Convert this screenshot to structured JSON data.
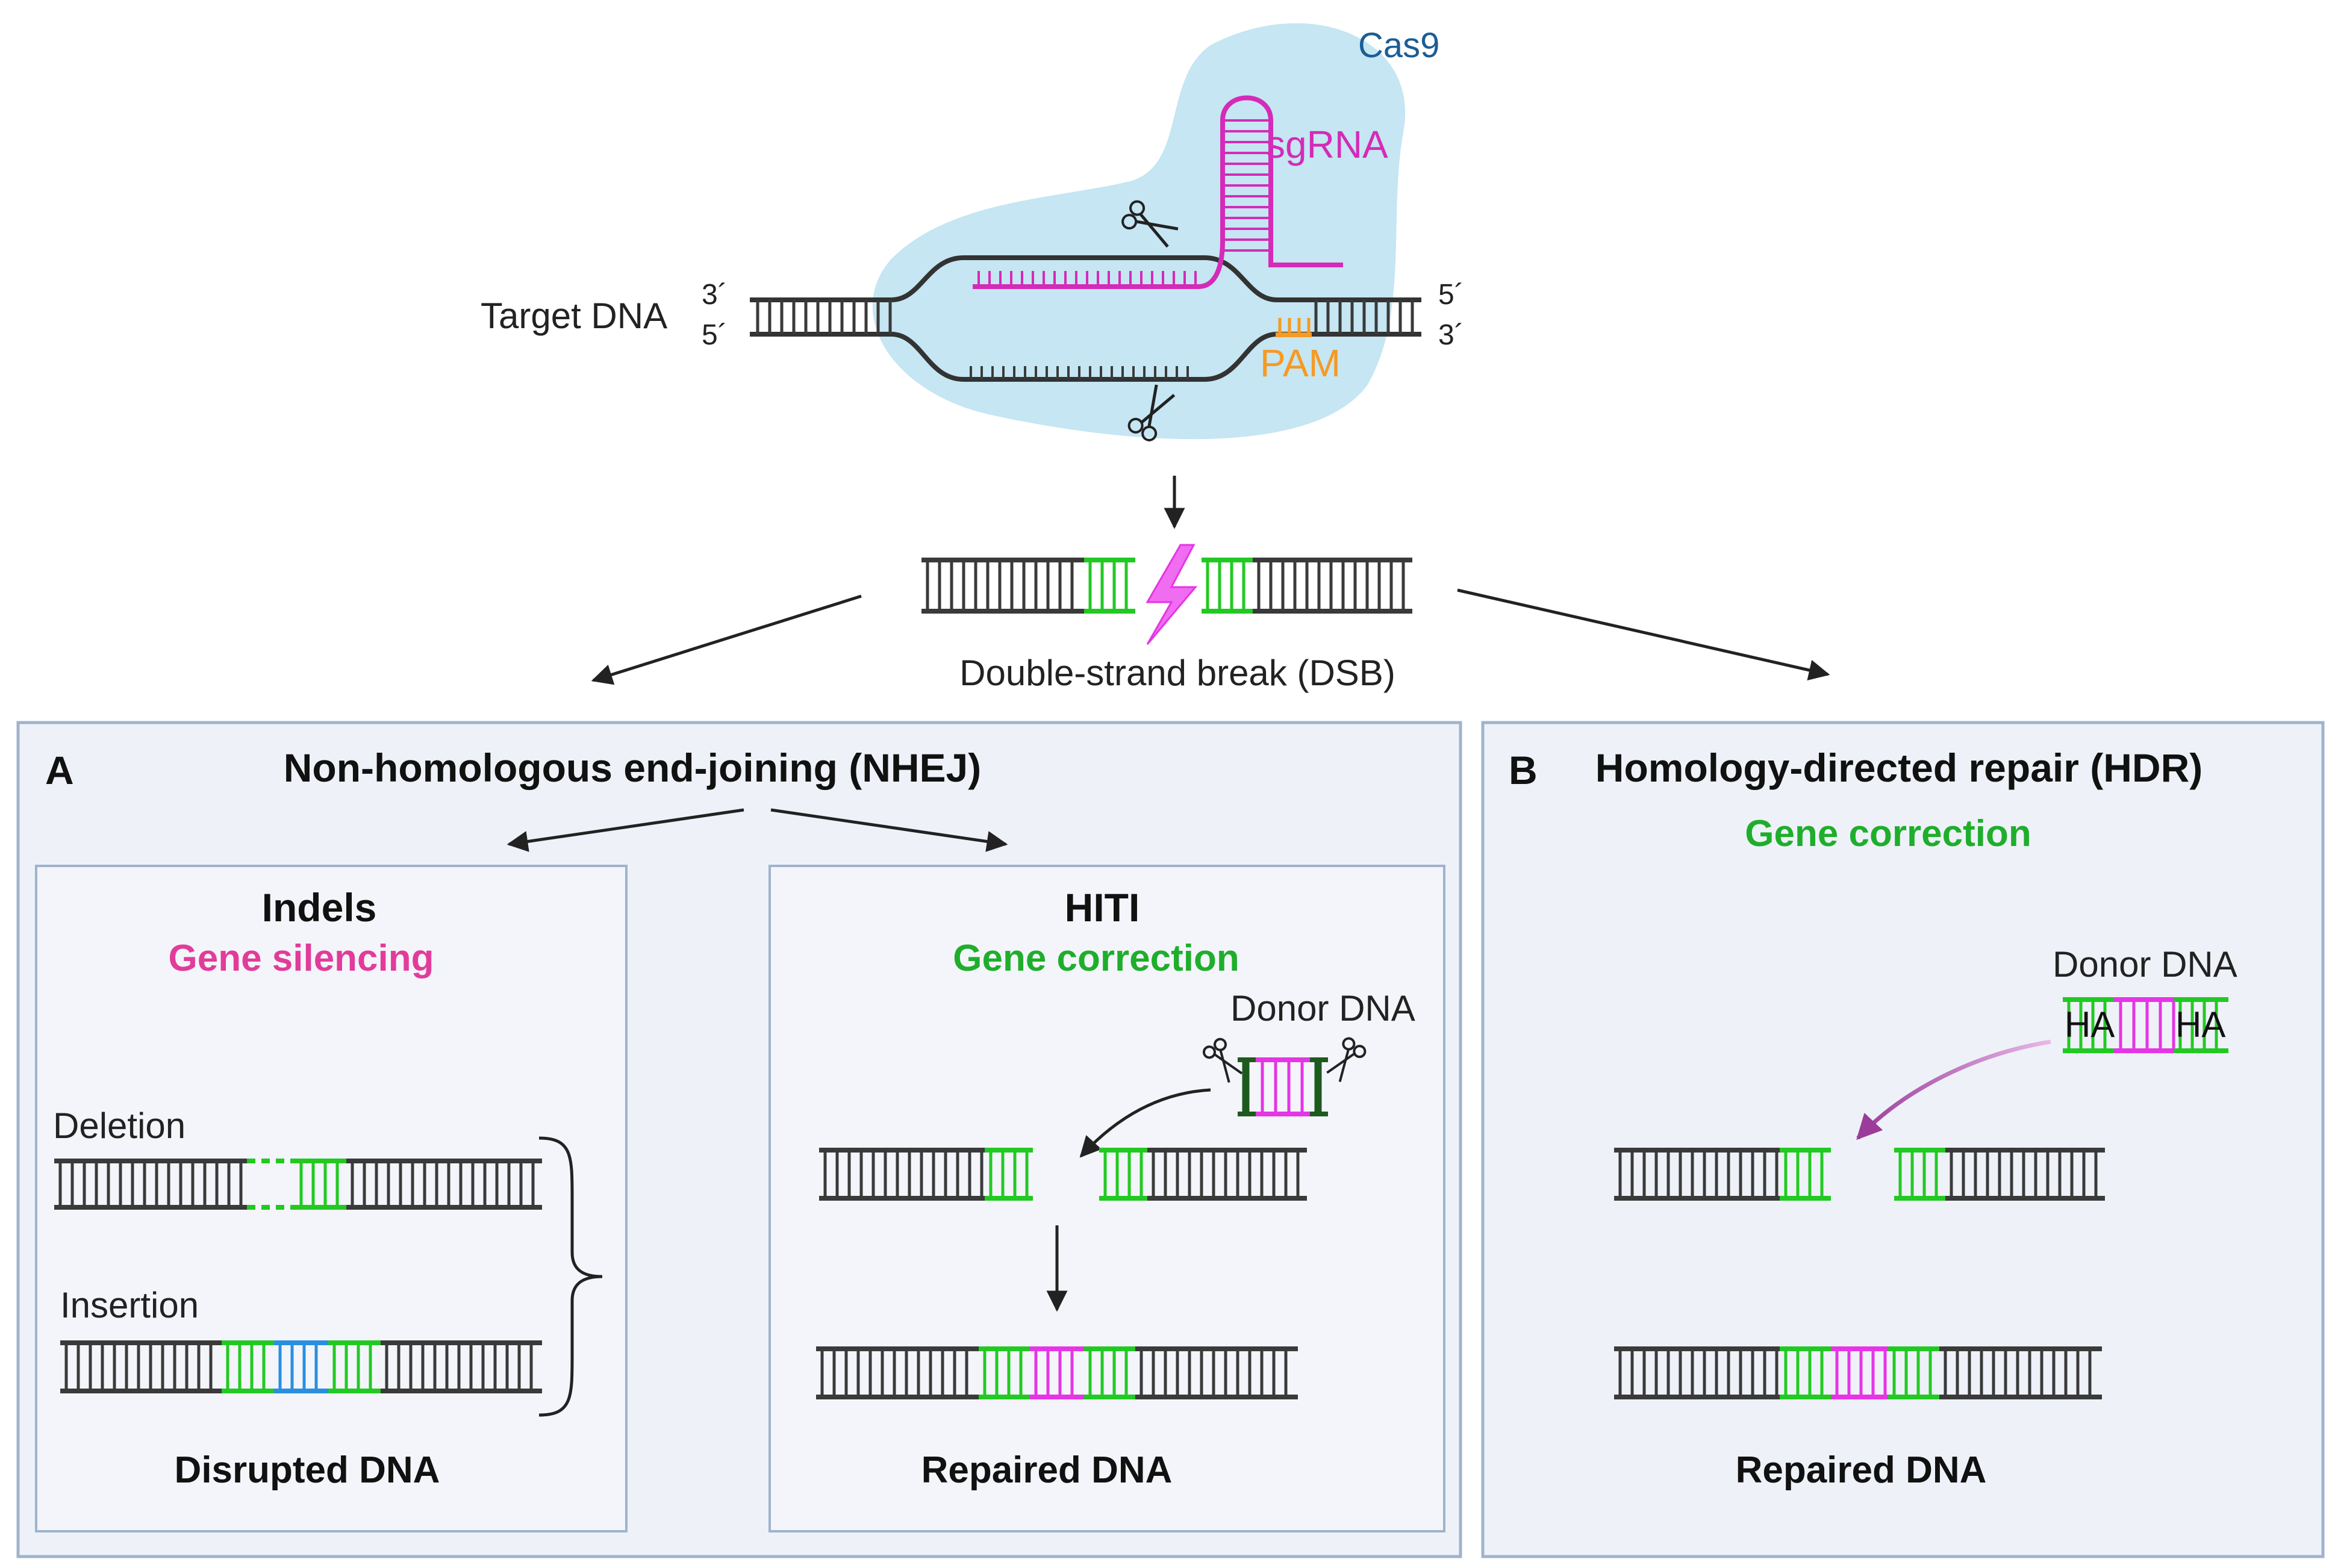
{
  "labels": {
    "cas9": "Cas9",
    "sgrna": "sgRNA",
    "pam": "PAM",
    "target_dna": "Target DNA",
    "end_3_left": "3´",
    "end_5_left": "5´",
    "end_5_right": "5´",
    "end_3_right": "3´",
    "dsb": "Double-strand break (DSB)"
  },
  "panel_a": {
    "letter": "A",
    "title": "Non-homologous end-joining (NHEJ)",
    "indels": {
      "title": "Indels",
      "subtitle": "Gene silencing",
      "deletion": "Deletion",
      "insertion": "Insertion",
      "result": "Disrupted DNA"
    },
    "hiti": {
      "title": "HITI",
      "subtitle": "Gene correction",
      "donor": "Donor DNA",
      "result": "Repaired DNA"
    }
  },
  "panel_b": {
    "letter": "B",
    "title": "Homology-directed repair (HDR)",
    "subtitle": "Gene correction",
    "donor": "Donor DNA",
    "ha_left": "HA",
    "ha_right": "HA",
    "result": "Repaired DNA"
  },
  "colors": {
    "dna": "#3a3a3a",
    "green": "#22c922",
    "magenta": "#e535e5",
    "sgrna": "#d42bb8",
    "blue": "#2a8fe0",
    "pam": "#f59a23",
    "cas9_fill": "#bfe3f1",
    "cas9_text": "#1b5d96",
    "panel_fill": "#eef2f8",
    "panel_border": "#9fb3cc",
    "silencing": "#e23c9a",
    "correction": "#1fae2c"
  }
}
